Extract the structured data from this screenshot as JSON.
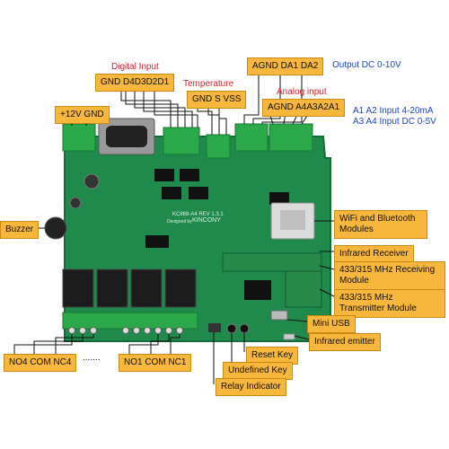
{
  "labels": {
    "digital_input": "Digital Input",
    "digital_pins": "GND D4D3D2D1",
    "temperature": "Temperature",
    "temp_pins": "GND S VSS",
    "analog_output_pins": "AGND DA1 DA2",
    "output_dc": "Output DC 0-10V",
    "analog_input": "Analog input",
    "analog_input_pins": "AGND A4A3A2A1",
    "input_420": "A1 A2 Input 4-20mA",
    "input_05": "A3 A4 Input DC 0-5V",
    "power": "+12V GND",
    "buzzer": "Buzzer",
    "wifi": "WiFi and Bluetooth Modules",
    "ir_receiver": "Infrared Receiver",
    "rf_receiver": "433/315 MHz Receiving Module",
    "rf_transmitter": "433/315 MHz Transmitter Module",
    "mini_usb": "Mini USB",
    "ir_emitter": "Infrared emitter",
    "reset_key": "Reset Key",
    "undefined_key": "Undefined Key",
    "relay_indicator": "Relay Indicator",
    "relay_left": "NO4 COM NC4",
    "ellipsis": ".......",
    "relay_right": "NO1 COM NC1"
  },
  "board": {
    "model": "KC868-A4 REV 1.3.1",
    "brand": "KINCONY",
    "designed_by": "Designed by"
  },
  "colors": {
    "label_fill": "#f6b73c",
    "pcb": "#1f8a4c",
    "terminal": "#2aa84a",
    "relay": "#1c1c1c",
    "red_text": "#d4202a",
    "blue_text": "#1f43c9"
  }
}
